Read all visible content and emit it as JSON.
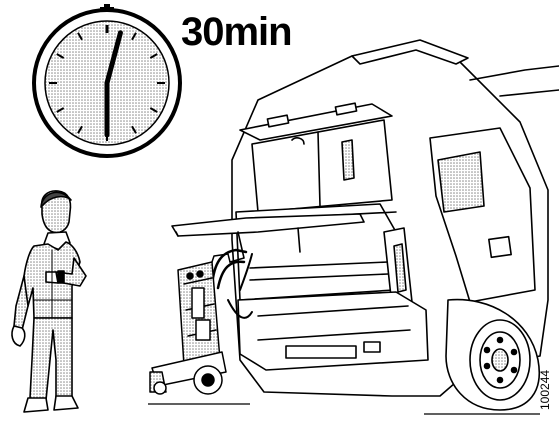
{
  "illustration": {
    "duration_label": "30min",
    "reference_number": "100244",
    "clock": {
      "hour_hand_hours": 12.5,
      "minute_hand_minutes": 30
    },
    "icons": [
      "stopwatch-icon",
      "mechanic-figure",
      "truck-cab-tilted",
      "hydraulic-pump-cart"
    ],
    "colors": {
      "ink": "#000000",
      "shade": "#b8b8b8",
      "background": "#ffffff"
    }
  }
}
